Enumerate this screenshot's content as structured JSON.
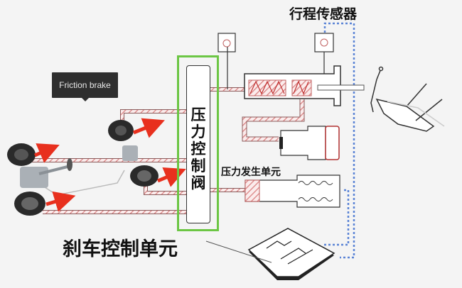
{
  "tooltip": {
    "text": "Friction brake"
  },
  "labels": {
    "stroke_sensor": "行程传感器",
    "pressure_control_valve": "压力控制阀",
    "pressure_generating_unit": "压力发生单元",
    "brake_control_unit": "刹车控制单元"
  },
  "colors": {
    "valve_border": "#6cc644",
    "hydraulic_line": "#d98080",
    "signal_line": "#5b84d6",
    "force_arrow": "#e8301e",
    "tooltip_bg": "#2e2e2e"
  }
}
